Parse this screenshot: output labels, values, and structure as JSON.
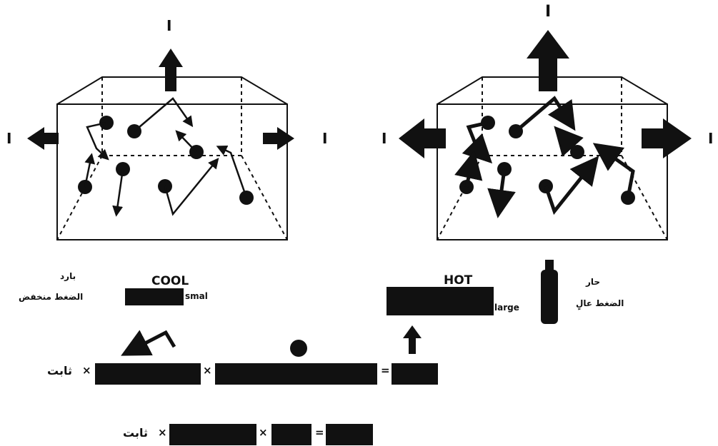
{
  "cool": {
    "arrow_label_top": "I",
    "arrow_label_left": "I",
    "arrow_label_right": "I",
    "title": "COOL",
    "arabic_title": "بارد",
    "pressure_text": "الضغط منخفض",
    "force_label": "smal"
  },
  "hot": {
    "arrow_label_top": "I",
    "arrow_label_left": "I",
    "arrow_label_right": "I",
    "title": "HOT",
    "arabic_title": "حار",
    "pressure_text": "الضغط عالٍ",
    "force_label": "large"
  },
  "equations": {
    "eq1_constant": "ثابت",
    "eq2_constant": "ثابت",
    "times": "×",
    "equals": "="
  },
  "colors": {
    "ink": "#111111",
    "background": "#ffffff"
  }
}
